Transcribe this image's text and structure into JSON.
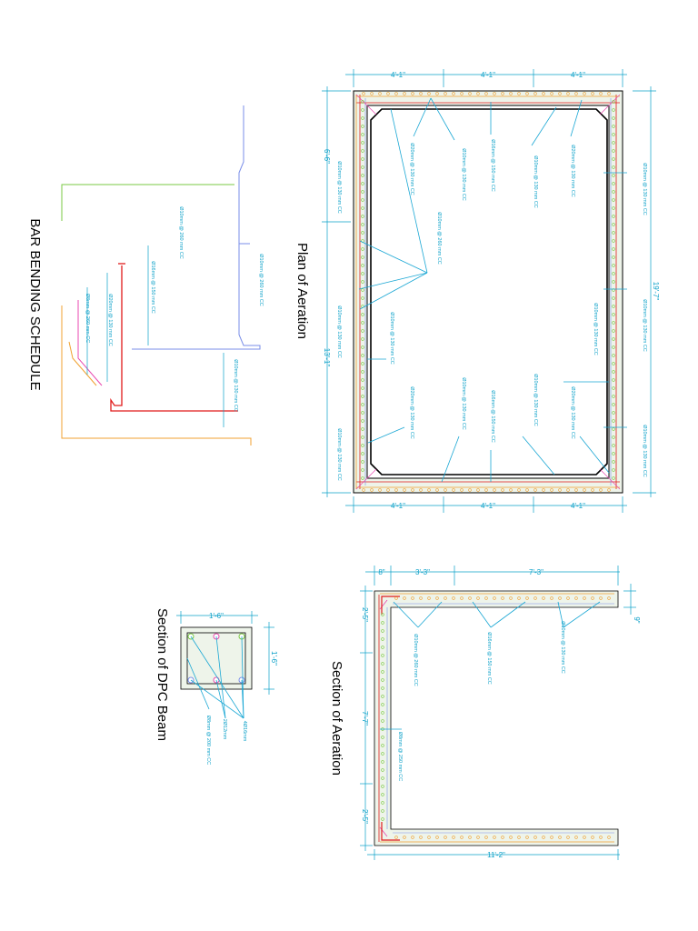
{
  "colors": {
    "dim": "#0aa0c8",
    "leader": "#1aa7d4",
    "outline": "#000000",
    "rebar_red": "#e01b1b",
    "rebar_orange": "#f0a030",
    "rebar_green": "#7ac943",
    "rebar_blue": "#7a8ee8",
    "rebar_pink": "#e84ab0",
    "concrete_fill": "#eef4ea"
  },
  "titles": {
    "plan": "Plan of Aeration",
    "section": "Section of Aeration",
    "dpc": "Section of DPC Beam",
    "bbs": "BAR BENDING SCHEDULE"
  },
  "plan": {
    "dim_top": [
      "4'-1\"",
      "4'-1\"",
      "4'-1\""
    ],
    "dim_bottom": [
      "4'-1\"",
      "4'-1\"",
      "4'-1\""
    ],
    "dim_right": "19'-7\"",
    "dim_left": [
      "6'-6\"",
      "13'-1\""
    ],
    "notes": {
      "top_left": "Ø20mm @ 130 mm CC",
      "top_mid": "Ø10mm @ 130 mm CC",
      "top_mid2": "Ø16mm @ 150 mm CC",
      "top_right": "Ø20mm @ 130 mm CC",
      "top_right2": "Ø10mm @ 130 mm CC",
      "left_1": "Ø10mm @ 130 mm CC",
      "left_2": "Ø10mm @ 130 mm CC",
      "left_3": "Ø10mm @ 130 mm CC",
      "right_1": "Ø10mm @ 130 mm CC",
      "right_2": "Ø10mm @ 130 mm CC",
      "right_3": "Ø10mm @ 130 mm CC",
      "center_1": "Ø10mm @ 260 mm CC",
      "center_2": "Ø10mm @ 130 mm CC",
      "center_3": "Ø10mm @ 130 mm CC",
      "bot_1": "Ø20mm @ 130 mm CC",
      "bot_2": "Ø10mm @ 130 mm CC",
      "bot_3": "Ø16mm @ 150 mm CC",
      "bot_4": "Ø10mm @ 130 mm CC",
      "bot_5": "Ø20mm @ 130 mm CC"
    }
  },
  "section": {
    "dim_top": [
      "8\"",
      "3'-3\"",
      "7'-3\""
    ],
    "dim_slab": "9\"",
    "dim_left": [
      "2'-5\"",
      "7'-7\"",
      "2'-5\""
    ],
    "dim_bottom": "11'-2\"",
    "notes": {
      "n1": "Ø10mm @ 260 mm CC",
      "n2": "Ø16mm @ 150 mm CC",
      "n3": "Ø10mm @ 130 mm CC",
      "n4": "Ø8mm @ 250 mm CC"
    }
  },
  "dpc": {
    "dim_w": "1'-6\"",
    "dim_h": "1'-6\"",
    "notes": {
      "n1": "4Ø16mm",
      "n2": "2Ø12mm",
      "n3": "Ø8mm @ 200 mm CC"
    }
  },
  "bbs": {
    "notes": {
      "n1": "Ø10mm @ 260 mm CC",
      "n2": "Ø10mm @ 260 mm CC",
      "n3": "Ø16mm @ 150 mm CC",
      "n4": "Ø20mm @ 130 mm CC",
      "n5": "Ø8mm @ 260 mm CC",
      "n6": "Ø10mm @ 130 mm CC"
    }
  }
}
